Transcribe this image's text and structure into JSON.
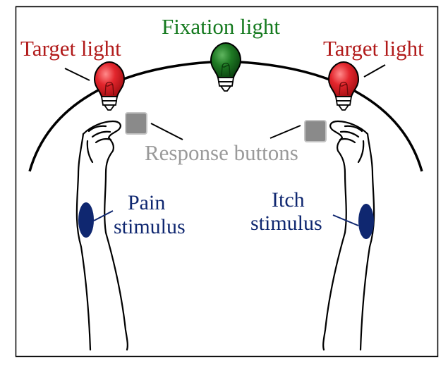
{
  "labels": {
    "fixation_light": "Fixation light",
    "target_light_left": "Target light",
    "target_light_right": "Target light",
    "response_buttons": "Response buttons",
    "pain_stimulus_line1": "Pain",
    "pain_stimulus_line2": "stimulus",
    "itch_stimulus_line1": "Itch",
    "itch_stimulus_line2": "stimulus"
  },
  "colors": {
    "target_light": "#e3262d",
    "fixation_light": "#1f7a24",
    "response_button": "#8a8a8a",
    "stimulus": "#0f2770",
    "target_label": "#b11a1a",
    "fixation_label": "#157a1f",
    "button_label": "#9a9a9a",
    "stimulus_label": "#0f2770"
  }
}
